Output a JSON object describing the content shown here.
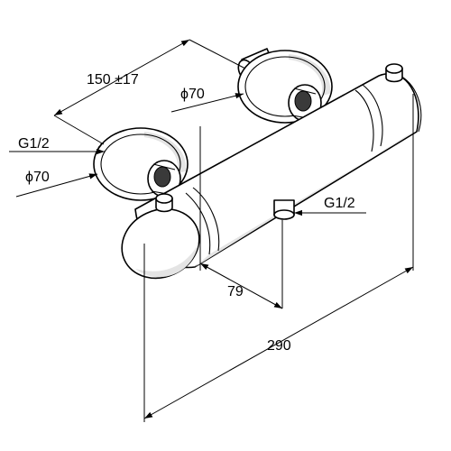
{
  "dimensions": {
    "spacing": "150 ±17",
    "diameter_top": "ϕ70",
    "diameter_left": "ϕ70",
    "thread_left": "G1/2",
    "thread_right": "G1/2",
    "outlet_offset": "79",
    "total_length": "290"
  }
}
